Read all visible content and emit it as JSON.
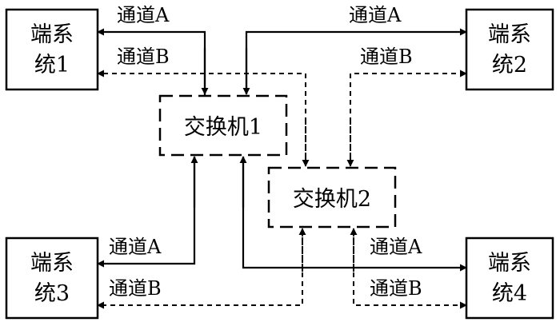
{
  "nodes": {
    "es1": {
      "line1": "端系",
      "line2": "统1"
    },
    "es2": {
      "line1": "端系",
      "line2": "统2"
    },
    "es3": {
      "line1": "端系",
      "line2": "统3"
    },
    "es4": {
      "line1": "端系",
      "line2": "统4"
    },
    "sw1": {
      "label": "交换机1"
    },
    "sw2": {
      "label": "交换机2"
    }
  },
  "edges": {
    "a_label": "通道A",
    "b_label": "通道B"
  },
  "colors": {
    "stroke": "#000000",
    "background": "#ffffff"
  }
}
